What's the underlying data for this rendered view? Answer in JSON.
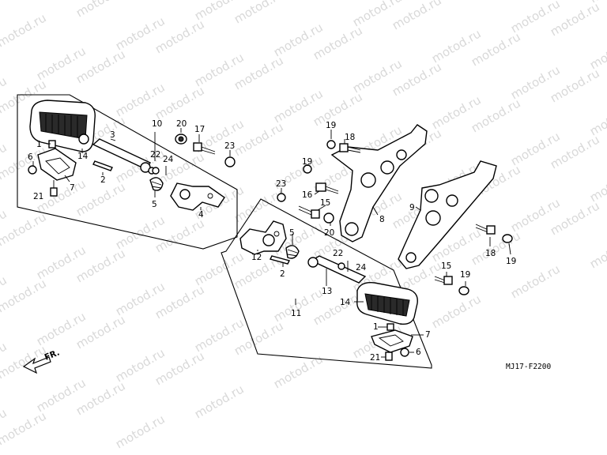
{
  "watermark": {
    "text": "motod.ru",
    "color": "#d9d9d9"
  },
  "diagram_code": "MJ17-F2200",
  "direction_arrow_label": "FR.",
  "callouts": {
    "left_group": [
      {
        "id": "l1",
        "text": "1"
      },
      {
        "id": "l14",
        "text": "14"
      },
      {
        "id": "l3",
        "text": "3"
      },
      {
        "id": "l10",
        "text": "10"
      },
      {
        "id": "l20",
        "text": "20"
      },
      {
        "id": "l17",
        "text": "17"
      },
      {
        "id": "l23",
        "text": "23"
      },
      {
        "id": "l22",
        "text": "22"
      },
      {
        "id": "l24",
        "text": "24"
      },
      {
        "id": "l6",
        "text": "6"
      },
      {
        "id": "l7",
        "text": "7"
      },
      {
        "id": "l2",
        "text": "2"
      },
      {
        "id": "l5",
        "text": "5"
      },
      {
        "id": "l4",
        "text": "4"
      },
      {
        "id": "l21",
        "text": "21"
      }
    ],
    "right_group": [
      {
        "id": "r19a",
        "text": "19"
      },
      {
        "id": "r18a",
        "text": "18"
      },
      {
        "id": "r19b",
        "text": "19"
      },
      {
        "id": "r23",
        "text": "23"
      },
      {
        "id": "r16",
        "text": "16"
      },
      {
        "id": "r15a",
        "text": "15"
      },
      {
        "id": "r20",
        "text": "20"
      },
      {
        "id": "r8",
        "text": "8"
      },
      {
        "id": "r9",
        "text": "9"
      },
      {
        "id": "r5",
        "text": "5"
      },
      {
        "id": "r12",
        "text": "12"
      },
      {
        "id": "r2",
        "text": "2"
      },
      {
        "id": "r22",
        "text": "22"
      },
      {
        "id": "r24",
        "text": "24"
      },
      {
        "id": "r13",
        "text": "13"
      },
      {
        "id": "r11",
        "text": "11"
      },
      {
        "id": "r14",
        "text": "14"
      },
      {
        "id": "r1",
        "text": "1"
      },
      {
        "id": "r7",
        "text": "7"
      },
      {
        "id": "r21",
        "text": "21"
      },
      {
        "id": "r6",
        "text": "6"
      },
      {
        "id": "r18b",
        "text": "18"
      },
      {
        "id": "r19c",
        "text": "19"
      },
      {
        "id": "r15b",
        "text": "15"
      },
      {
        "id": "r19d",
        "text": "19"
      }
    ]
  }
}
